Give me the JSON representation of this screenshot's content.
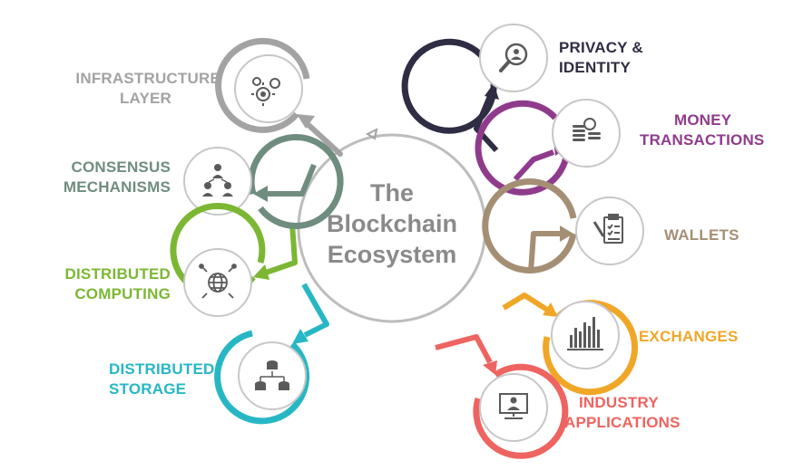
{
  "center": {
    "line1": "The",
    "line2": "Blockchain",
    "line3": "Ecosystem",
    "color": "#8a8a8a"
  },
  "nodes": {
    "infrastructure": {
      "line1": "INFRASTRUCTURE",
      "line2": "LAYER",
      "color": "#a3a3a3",
      "icon": "gears-icon"
    },
    "consensus": {
      "line1": "CONSENSUS",
      "line2": "MECHANISMS",
      "color": "#6f8d7f",
      "icon": "people-network-icon"
    },
    "computing": {
      "line1": "DISTRIBUTED",
      "line2": "COMPUTING",
      "color": "#7cb733",
      "icon": "globe-network-icon"
    },
    "storage": {
      "line1": "DISTRIBUTED",
      "line2": "STORAGE",
      "color": "#27b7c4",
      "icon": "database-network-icon"
    },
    "privacy": {
      "line1": "PRIVACY &",
      "line2": "IDENTITY",
      "color": "#2e2d43",
      "icon": "magnifier-user-icon"
    },
    "money": {
      "line1": "MONEY",
      "line2": "TRANSACTIONS",
      "color": "#8f3b8c",
      "icon": "coins-icon"
    },
    "wallets": {
      "line1": "WALLETS",
      "color": "#a58f74",
      "icon": "clipboard-pen-icon"
    },
    "exchanges": {
      "line1": "EXCHANGES",
      "color": "#f0a727",
      "icon": "bar-chart-icon"
    },
    "industry": {
      "line1": "INDUSTRY",
      "line2": "APPLICATIONS",
      "color": "#ee6460",
      "icon": "monitor-user-icon"
    }
  }
}
